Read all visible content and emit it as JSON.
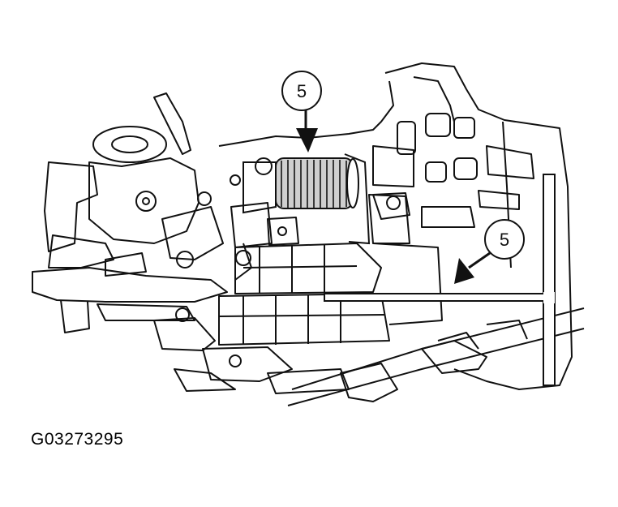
{
  "figure_id": "G03273295",
  "callouts": [
    {
      "label": "5",
      "target": "spring"
    },
    {
      "label": "5",
      "target": "t-handle-tool"
    }
  ],
  "colors": {
    "line": "#111111",
    "shade": "#c9c9c9",
    "background": "#ffffff"
  }
}
